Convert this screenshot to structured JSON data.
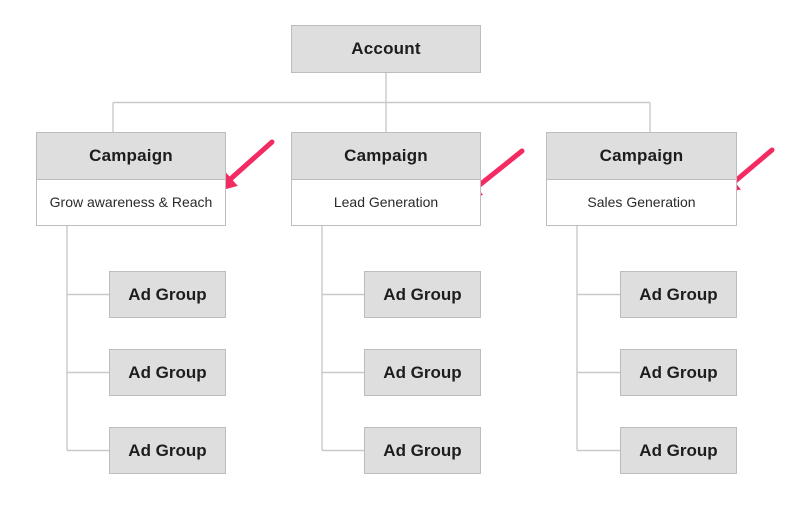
{
  "diagram": {
    "account": {
      "label": "Account"
    },
    "campaigns": [
      {
        "label": "Campaign",
        "subtitle": "Grow awareness & Reach",
        "ad_groups": [
          "Ad Group",
          "Ad Group",
          "Ad Group"
        ]
      },
      {
        "label": "Campaign",
        "subtitle": "Lead Generation",
        "ad_groups": [
          "Ad Group",
          "Ad Group",
          "Ad Group"
        ]
      },
      {
        "label": "Campaign",
        "subtitle": "Sales Generation",
        "ad_groups": [
          "Ad Group",
          "Ad Group",
          "Ad Group"
        ]
      }
    ],
    "annotations": [
      {
        "icon": "pink-arrow-icon",
        "points_to": "Grow awareness & Reach"
      },
      {
        "icon": "pink-arrow-icon",
        "points_to": "Lead Generation"
      },
      {
        "icon": "pink-arrow-icon",
        "points_to": "Sales Generation"
      }
    ],
    "colors": {
      "background": "#ffffff",
      "box_fill": "#dedede",
      "box_border": "#bdbdbd",
      "wire": "#c9c9c9",
      "arrow": "#f42a62",
      "text": "#1d1d1d"
    }
  }
}
